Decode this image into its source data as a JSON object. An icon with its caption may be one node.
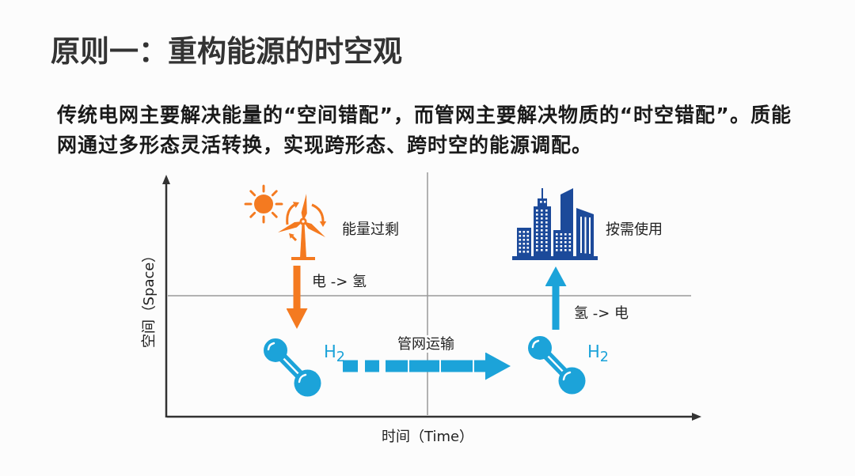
{
  "diagram": {
    "title": "原则一：重构能源的时空观",
    "nodes": [
      {
        "text": [],
        "shape": "picture",
        "beside": [
          "能量过剩"
        ]
      },
      {
        "text": [],
        "shape": "picture",
        "beside": [
          "H$_{2}$"
        ]
      },
      {
        "text": [],
        "shape": "picture",
        "beside": [
          "H$_{2}$"
        ]
      },
      {
        "text": [],
        "shape": "picture",
        "beside": [
          "按需使用"
        ]
      }
    ],
    "edges": [
      {
        "from": 0,
        "to": 1,
        "arrow": "to",
        "label": "电 -> 氢",
        "color": "#f47a20"
      },
      {
        "from": 1,
        "to": 2,
        "arrow": "to",
        "label": "管网运输",
        "style": "dashed"
      },
      {
        "from": 2,
        "to": 3,
        "arrow": "to",
        "label": "氢 -> 电"
      }
    ],
    "labels": [
      "传统电网主要解决能量的“空间错配”，而管网主要解决物质的“时空错配”。质能网通过多形态灵活转换，实现跨形态、跨时空的能源调配。",
      "空间（Space）",
      "时间（Time）"
    ]
  }
}
